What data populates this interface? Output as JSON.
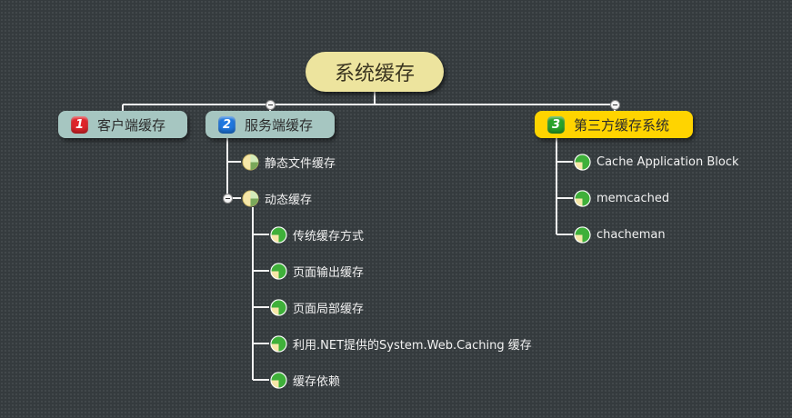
{
  "root": {
    "label": "系统缓存"
  },
  "branches": [
    {
      "number": "1",
      "label": "客户端缓存",
      "color": "#a6c6c1",
      "badge_color": "#e0242a"
    },
    {
      "number": "2",
      "label": "服务端缓存",
      "color": "#a6c6c1",
      "badge_color": "#1f78e0",
      "children": [
        {
          "label": "静态文件缓存",
          "icon": "pie-half-icon"
        },
        {
          "label": "动态缓存",
          "icon": "pie-half-icon",
          "children": [
            {
              "label": "传统缓存方式",
              "icon": "pie-quarter-icon"
            },
            {
              "label": "页面输出缓存",
              "icon": "pie-quarter-icon"
            },
            {
              "label": "页面局部缓存",
              "icon": "pie-quarter-icon"
            },
            {
              "label": "利用.NET提供的System.Web.Caching 缓存",
              "icon": "pie-quarter-icon"
            },
            {
              "label": "缓存依赖",
              "icon": "pie-quarter-icon"
            }
          ]
        }
      ]
    },
    {
      "number": "3",
      "label": "第三方缓存系统",
      "color": "#ffd400",
      "badge_color": "#2aa42a",
      "children": [
        {
          "label": "Cache Application Block",
          "icon": "pie-quarter-icon"
        },
        {
          "label": "memcached",
          "icon": "pie-quarter-icon"
        },
        {
          "label": "chacheman",
          "icon": "pie-quarter-icon"
        }
      ]
    }
  ]
}
